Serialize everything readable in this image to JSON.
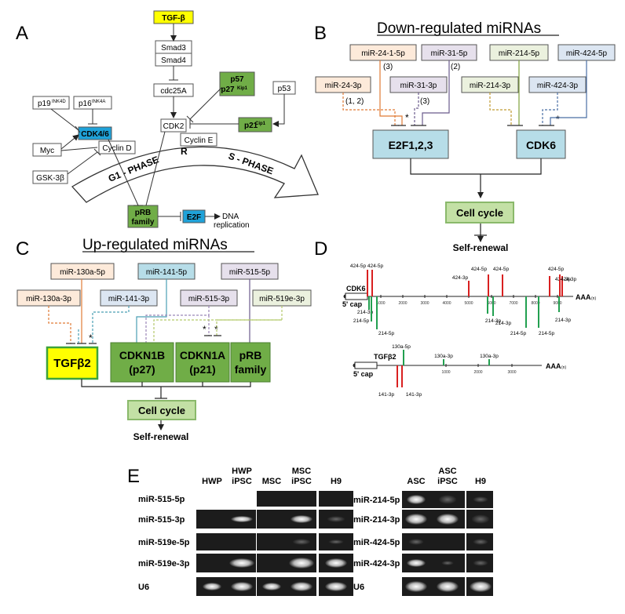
{
  "panels": {
    "a": "A",
    "b": "B",
    "c": "C",
    "d": "D",
    "e": "E"
  },
  "panel_a": {
    "tgfb": "TGF-β",
    "smad3": "Smad3",
    "smad4": "Smad4",
    "cdc25a": "cdc25A",
    "p57": "p57",
    "p27": "p27",
    "kip1": "Kip1",
    "p53": "p53",
    "p19": "p19",
    "ink4d": "INK4D",
    "p16": "p16",
    "ink4a": "INK4A",
    "cdk46": "CDK4/6",
    "cdk2": "CDK2",
    "p21": "p21",
    "cip1": "Cip1",
    "myc": "Myc",
    "cyclin_d": "Cyclin D",
    "cyclin_e": "Cyclin E",
    "gsk": "GSK-3β",
    "g1": "G1 - PHASE",
    "r": "R",
    "s": "S - PHASE",
    "prb1": "pRB",
    "prb2": "family",
    "e2f": "E2F",
    "dna1": "DNA",
    "dna2": "replication"
  },
  "panel_b": {
    "title": "Down-regulated miRNAs",
    "m241": "miR-24-1-5p",
    "m315": "miR-31-5p",
    "m2145": "miR-214-5p",
    "m4245": "miR-424-5p",
    "m243": "miR-24-3p",
    "m313": "miR-31-3p",
    "m2143": "miR-214-3p",
    "m4243": "miR-424-3p",
    "ref3a": "(3)",
    "ref2": "(2)",
    "ref12": "(1, 2)",
    "ref3b": "(3)",
    "star1": "*",
    "star2": "*",
    "e2f": "E2F1,2,3",
    "cdk6": "CDK6",
    "cycle": "Cell cycle",
    "renewal": "Self-renewal"
  },
  "panel_c": {
    "title": "Up-regulated miRNAs",
    "m130a5": "miR-130a-5p",
    "m1415": "miR-141-5p",
    "m5155": "miR-515-5p",
    "m130a3": "miR-130a-3p",
    "m1413": "miR-141-3p",
    "m5153": "miR-515-3p",
    "m519e3": "miR-519e-3p",
    "star1": "*",
    "star2": "*",
    "star3": "*",
    "tgfb2": "TGFβ2",
    "cdkn1b_1": "CDKN1B",
    "cdkn1b_2": "(p27)",
    "cdkn1a_1": "CDKN1A",
    "cdkn1a_2": "(p21)",
    "prb_1": "pRB",
    "prb_2": "family",
    "cycle": "Cell cycle",
    "renewal": "Self-renewal"
  },
  "panel_d": {
    "cdk6": "CDK6",
    "tgfb2": "TGFβ2",
    "cap1": "5' cap",
    "cap2": "5' cap",
    "aaa1": "AAA",
    "aaa2": "AAA",
    "nt1": "(n)",
    "nt2": "(n)",
    "ticks1": [
      "1000",
      "2000",
      "3000",
      "4000",
      "5000",
      "6000",
      "7000",
      "8000",
      "9000"
    ],
    "ticks2": [
      "1000",
      "2000",
      "3000"
    ],
    "red_top": [
      "424-5p",
      "424-5p",
      "424-3p",
      "424-5p",
      "424-5p",
      "424-3p",
      "424-5p",
      "424-3p"
    ],
    "green_bottom": [
      "214-3p",
      "214-5p",
      "214-5p",
      "214-3p",
      "214-3p",
      "214-5p",
      "214-5p",
      "214-3p"
    ],
    "tgfb_top": [
      "130a-5p",
      "130a-3p",
      "130a-3p"
    ],
    "tgfb_bottom": [
      "141-3p",
      "141-3p"
    ]
  },
  "panel_e": {
    "cols_left": [
      "HWP",
      "HWP iPSC",
      "MSC",
      "MSC iPSC",
      "H9"
    ],
    "rows_left": [
      "miR-515-5p",
      "miR-515-3p",
      "miR-519e-5p",
      "miR-519e-3p",
      "U6"
    ],
    "cols_right": [
      "ASC",
      "ASC iPSC",
      "H9"
    ],
    "rows_right": [
      "miR-214-5p",
      "miR-214-3p",
      "miR-424-5p",
      "miR-424-3p",
      "U6"
    ]
  }
}
